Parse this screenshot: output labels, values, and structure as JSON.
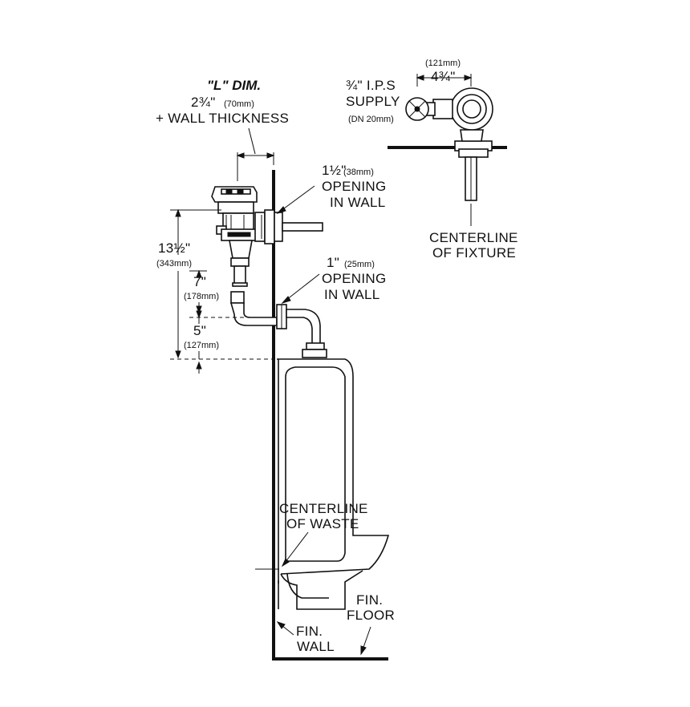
{
  "labels": {
    "l_dim_title": "\"L\" DIM.",
    "l_dim_value": "2¾\"",
    "l_dim_metric": "(70mm)",
    "l_dim_plus": "+ WALL THICKNESS",
    "supply_size": "¾\" I.P.S",
    "supply_word": "SUPPLY",
    "supply_metric": "(DN 20mm)",
    "top_dim_metric": "(121mm)",
    "top_dim_value": "4¾\"",
    "opening1_size": "1½\"",
    "opening1_metric": "(38mm)",
    "opening1_word": "OPENING",
    "opening1_in": "IN WALL",
    "opening2_size": "1\"",
    "opening2_metric": "(25mm)",
    "opening2_word": "OPENING",
    "opening2_in": "IN WALL",
    "dim_total": "13½\"",
    "dim_total_metric": "(343mm)",
    "dim_mid": "7\"",
    "dim_mid_metric": "(178mm)",
    "dim_low": "5\"",
    "dim_low_metric": "(127mm)",
    "centerline_fixture_1": "CENTERLINE",
    "centerline_fixture_2": "OF FIXTURE",
    "centerline_waste_1": "CENTERLINE",
    "centerline_waste_2": "OF WASTE",
    "fin_floor_1": "FIN.",
    "fin_floor_2": "FLOOR",
    "fin_wall_1": "FIN.",
    "fin_wall_2": "WALL"
  }
}
